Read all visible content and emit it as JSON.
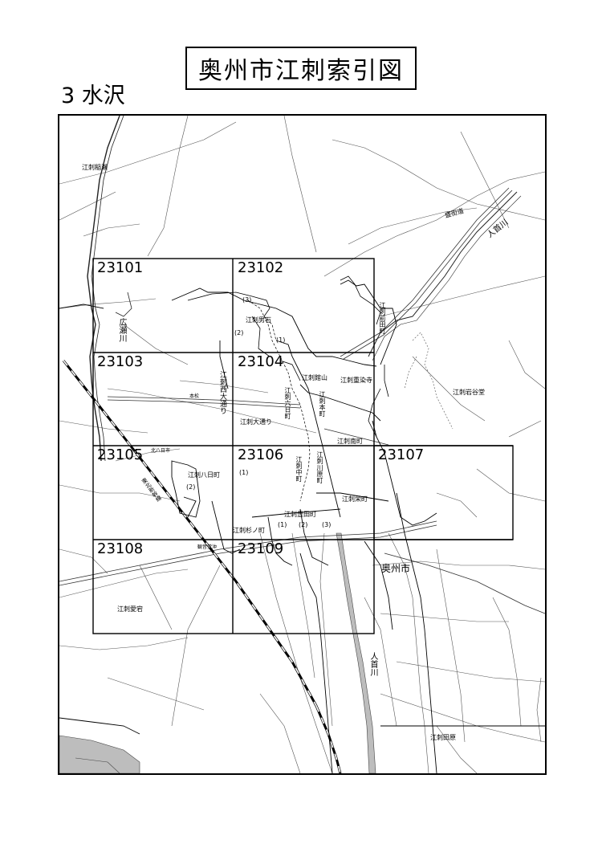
{
  "header": {
    "title": "奥州市江刺索引図",
    "subtitle": "3 水沢"
  },
  "grid_tiles": [
    "23101",
    "23102",
    "23103",
    "23104",
    "23105",
    "23106",
    "23107",
    "23108",
    "23109"
  ],
  "places": {
    "inase": "江刺稲瀬",
    "otokoishi": "江刺男石",
    "maeda": "江刺前田町",
    "tateyama": "江刺館山",
    "juuroku": "江刺重染寺",
    "iwayado": "江刺岩谷堂",
    "nishiodori": "江刺西大通り",
    "muika": "江刺六日町",
    "hon": "江刺本町",
    "odori": "江刺大通り",
    "minami": "江刺南町",
    "yoka": "江刺八日町",
    "naka": "江刺中町",
    "kawahara": "江刺川原町",
    "sakae": "江刺栄町",
    "toyoda": "江刺豊田町",
    "suginomachi": "江刺杉ノ町",
    "atago": "江刺愛宕",
    "tahara": "江刺田原"
  },
  "numbers": {
    "n1": "(1)",
    "n2": "(2)",
    "n3": "(3)"
  },
  "roads": {
    "seikaido": "盛街道",
    "hon_matsu": "本松",
    "kita_yoka": "北八日市",
    "kan_on": "観音堂沖",
    "tohoku_shinkansen": "東北新幹線"
  },
  "rivers": {
    "hitokabe_top": "人首川",
    "hirose": "広瀬川",
    "hitokabe_bottom": "人首川"
  },
  "city_label": "奥州市"
}
